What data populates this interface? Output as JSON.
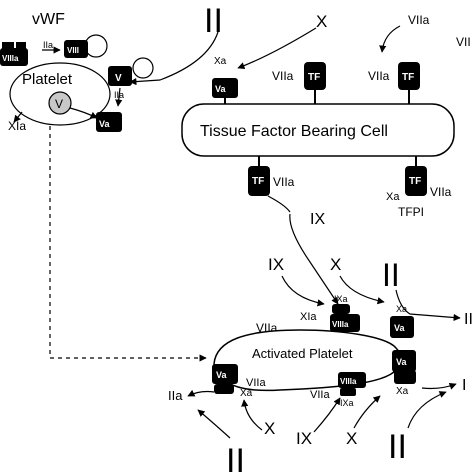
{
  "labels": {
    "vwf": "vWF",
    "platelet": "Platelet",
    "v_on_platelet": "V",
    "iia_top": "IIa",
    "viii": "VIII",
    "viiia_left": "VIIIa",
    "v_left": "V",
    "iia_mid": "IIa",
    "xia_left": "XIa",
    "va_left": "Va",
    "ii_top": "II",
    "x_top": "X",
    "viia_top_right": "VIIa",
    "vii_edge": "VII",
    "xa_top": "Xa",
    "va_top": "Va",
    "viia_tf1": "VIIa",
    "tf1": "TF",
    "viia_tf2": "VIIa",
    "tf2": "TF",
    "tfbc": "Tissue Factor Bearing Cell",
    "tf3": "TF",
    "viia_tf3": "VIIa",
    "tf4": "TF",
    "xa_tf4": "Xa",
    "viia_tf4": "VIIa",
    "tfpi": "TFPI",
    "ix_mid": "IX",
    "ix_left": "IX",
    "x_mid": "X",
    "ii_right": "II",
    "ixa_top": "IXa",
    "viiia_top": "VIIIa",
    "xia_mid": "XIa",
    "xa_right": "Xa",
    "va_right": "Va",
    "iia_right_edge": "II",
    "viia_ap": "VIIa",
    "activated_platelet": "Activated Platelet",
    "va_right2": "Va",
    "va_bottom_left": "Va",
    "xa_bottom_left": "Xa",
    "viia_bottom": "VIIa",
    "iia_bottom": "IIa",
    "viiia_bottom": "VIIIa",
    "ixa_bottom": "IXa",
    "viia_bottom2": "VIIa",
    "xa_bottom_right": "Xa",
    "iia_edge": "I",
    "x_bottom": "X",
    "ix_bottom": "IX",
    "x_bottom2": "X",
    "ii_bottom_left": "II",
    "ii_bottom_right": "II"
  }
}
